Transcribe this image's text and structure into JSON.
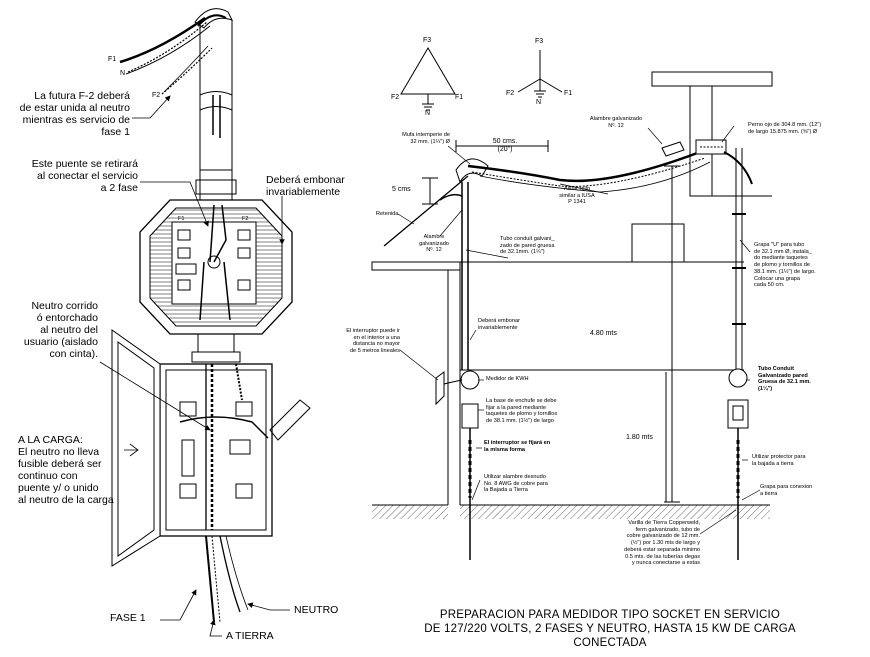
{
  "phase_diagrams": {
    "delta": {
      "f3": "F3",
      "f2": "F2",
      "f1": "F1"
    },
    "wye": {
      "f3": "F3",
      "f2": "F2",
      "f1": "F1",
      "n": "N"
    }
  },
  "left_assembly": {
    "f1": "F1",
    "n": "N",
    "f2": "F2",
    "note_f2": "La futura F-2 deberá\nde estar unida al neutro\nmientras es servicio de\nfase 1",
    "note_bridge": "Este puente se retirará\nal conectar el servicio\na 2 fase",
    "note_bond": "Deberá embonar\ninvariablemente",
    "note_neutral": "Neutro corrido\nó entorchado\nal neutro del\nusuario (aislado\ncon cinta).",
    "note_load": "A LA CARGA:\nEl neutro no lleva\nfusible deberá ser\ncontinuo con\npuente y/ o unido\nal neutro de la carga",
    "socket_f1": "F1",
    "socket_f2": "F2",
    "fase1": "FASE 1",
    "neutro": "NEUTRO",
    "tierra": "A TIERRA"
  },
  "right_install": {
    "mufa": "Mufa intemperie de\n32 mm. (1¼\") Ø",
    "dim_50": "50 cms.\n(20\")",
    "dim_5": "5 cms",
    "alambre_top": "Alambre galvanizado\nNº. 12",
    "perno": "Perno ojo de 304.8 mm. (12\")\nde largo 15.875 mm. (⅝\") Ø",
    "aislador": "Aislar rollo\nsimilar a IUSA\nP 1341",
    "retenida": "Retenida",
    "alambre_left": "Alambre\ngalvanizado\nNº. 12",
    "tubo_conduit": "Tubo conduit galvani_\nzado de pared gruesa\nde 32.1mm. (1¼\")",
    "grapa_u": "Grapa \"U\" para tubo\nde 32.1 mm Ø, instala_\ndo mediante taquetes\nde plomo y tornillos de\n38.1 mm. (1½\") de largo.\nColocar una grapa\ncada 50 cm.",
    "interruptor_note": "El interruptor puede ir\nen el interior a una\ndistancia no mayor\nde 5 metros lineales",
    "embonar": "Deberá embonar\ninvariablemente",
    "medidor": "Medidor de KWH",
    "base_note": "La base de enchufe se debe\nfijar a la pared mediante\ntaquetes de plomo y tornillos\nde 38.1 mm. (1½\") de largo",
    "interruptor_fija": "El interruptor se fijará en\nla misma forma",
    "dim_480": "4.80 mts",
    "dim_180": "1.80 mts",
    "alambre_desnudo": "Utilizar alambre desnudo\nNo. 8 AWG de cobre para\nla Bajada a Tierra",
    "tubo_conduit_right": "Tubo Conduit\nGalvanizado pared\nGruesa de 32.1 mm.\n(1¼\")",
    "protector": "Utilizar protector para\nla bajada a tierra",
    "grapa_conexion": "Grapa para conexion\na tierra",
    "varilla": "Varilla de Tierra Copperweld,\nferm galvanizado, tubo de\ncobre galvanizado de 12 mm.\n(½\") por 1.30 mts de largo y\ndeberá estar separada minimo\n0.5 mts. de las tuberías degas\ny nunca conectarse a estas"
  },
  "title": {
    "line1": "PREPARACION PARA MEDIDOR TIPO SOCKET EN SERVICIO",
    "line2": "DE 127/220 VOLTS, 2 FASES Y NEUTRO, HASTA 15 KW DE CARGA",
    "line3": "CONECTADA"
  }
}
